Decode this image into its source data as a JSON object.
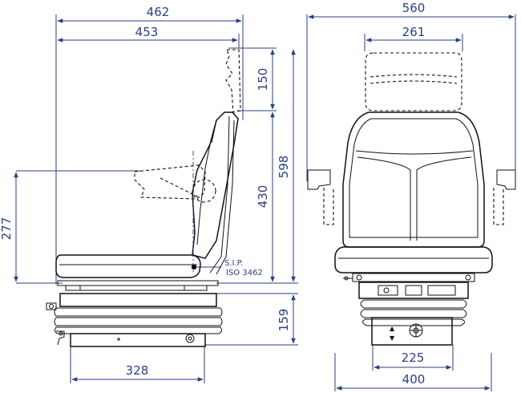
{
  "colors": {
    "dimension": "#2a3f86",
    "outline": "#111111",
    "background": "#ffffff"
  },
  "side_view": {
    "overall_depth": "462",
    "backrest_depth": "453",
    "headrest_height": "150",
    "backrest_height": "430",
    "total_height": "598",
    "armrest_height": "277",
    "suspension_height": "159",
    "base_width": "328",
    "sip_label": "S.I.P.",
    "iso_label": "ISO 3462"
  },
  "front_view": {
    "overall_width": "560",
    "headrest_width": "261",
    "mount_width": "225",
    "base_width": "400"
  }
}
